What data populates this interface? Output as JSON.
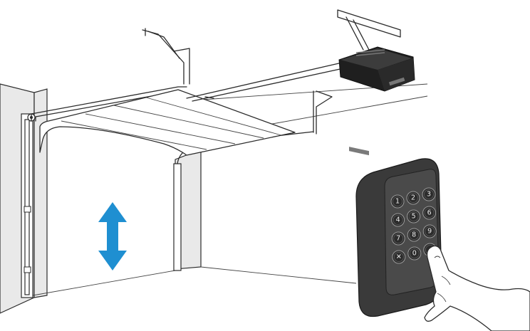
{
  "scene": {
    "colors": {
      "arrow": "#1f8fd1",
      "outline": "#2b2b2b",
      "wall_fill": "#e9e9e9",
      "keypad_housing": "#3a3a3a",
      "keypad_face": "#4a4a4a",
      "opener_body": "#222222"
    }
  },
  "keypad": {
    "keys": [
      {
        "label": "1"
      },
      {
        "label": "2"
      },
      {
        "label": "3"
      },
      {
        "label": "4"
      },
      {
        "label": "5"
      },
      {
        "label": "6"
      },
      {
        "label": "7"
      },
      {
        "label": "8"
      },
      {
        "label": "9"
      },
      {
        "label": "✕"
      },
      {
        "label": "0"
      },
      {
        "label": "✓"
      }
    ]
  }
}
